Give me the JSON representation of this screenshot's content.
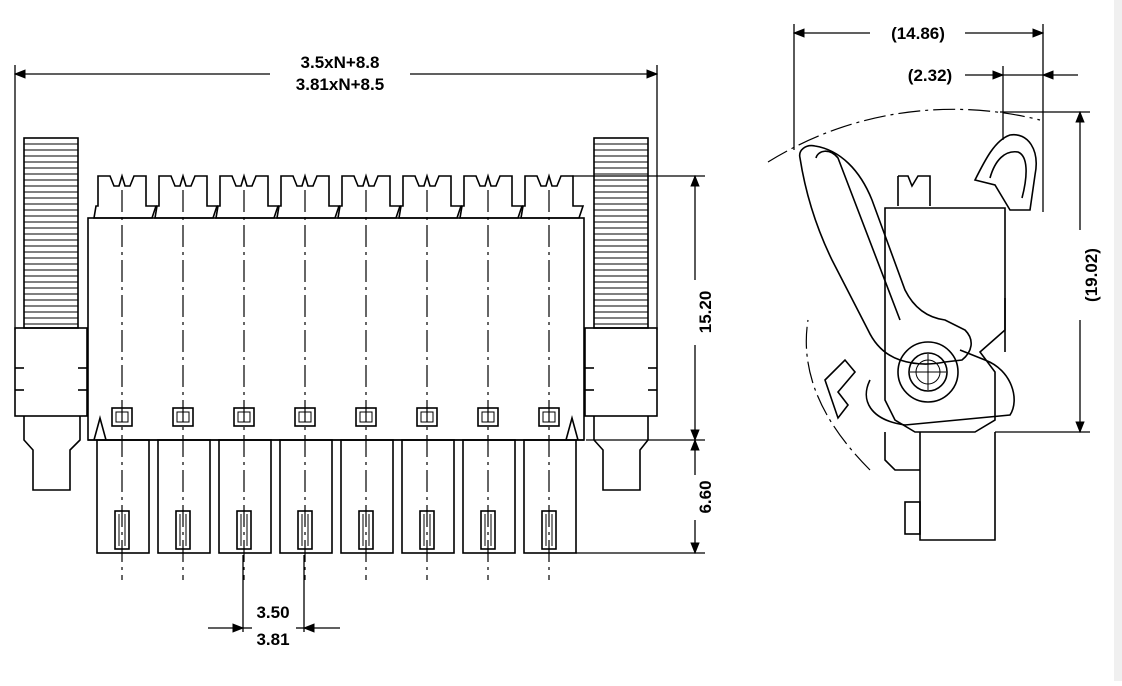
{
  "dimensions": {
    "overall_width_35": "3.5xN+8.8",
    "overall_width_381": "3.81xN+8.5",
    "body_height": "15.20",
    "pin_length": "6.60",
    "pitch_35": "3.50",
    "pitch_381": "3.81",
    "side_depth": "(14.86)",
    "side_offset": "(2.32)",
    "side_height": "(19.02)"
  },
  "pin_count": 8,
  "colors": {
    "line": "#000000",
    "background": "#ffffff",
    "scrollbar": "#f0f0f0"
  }
}
